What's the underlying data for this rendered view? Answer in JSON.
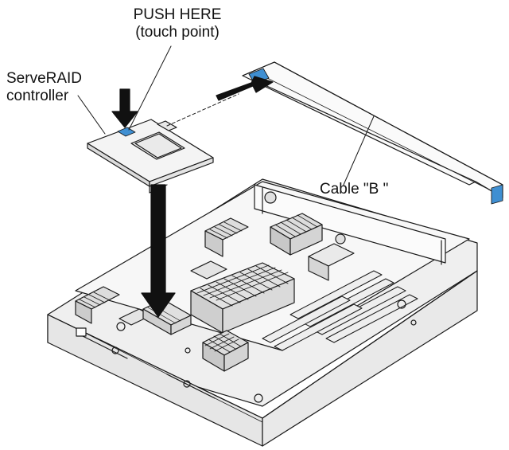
{
  "callouts": {
    "push": {
      "line1": "PUSH HERE",
      "line2": "(touch point)"
    },
    "controller": {
      "line1": "ServeRAID",
      "line2": "controller"
    },
    "cable": {
      "text": "Cable \"B \""
    }
  },
  "colors": {
    "ink": "#1a1a1a",
    "touch_point": "#3f8fd2",
    "board_fill": "#f4f4f4",
    "chassis_fill": "#efefef"
  }
}
